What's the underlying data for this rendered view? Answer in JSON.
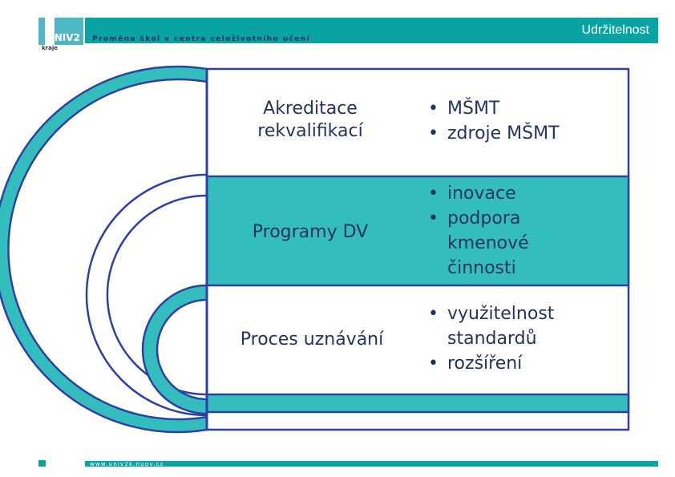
{
  "header": {
    "title": "Udržitelnost",
    "subtitle": "Proměna škol v centra celoživotního učení",
    "logo_text": "UNIV2",
    "logo_subtext": "kraje"
  },
  "footer": {
    "url": "www.univ2k.nuov.cz"
  },
  "colors": {
    "accent": "#0aa3a3",
    "teal_fill": "#34bdbd",
    "outline": "#2e3fa8",
    "text": "#23345f"
  },
  "rows": [
    {
      "label": "Akreditace rekvalifikací",
      "bullets": [
        "MŠMT",
        "zdroje MŠMT"
      ]
    },
    {
      "label": "Programy DV",
      "bullets": [
        "inovace",
        "podpora kmenové činnosti"
      ]
    },
    {
      "label": "Proces uznávání",
      "bullets": [
        "využitelnost standardů",
        "rozšíření"
      ]
    }
  ]
}
